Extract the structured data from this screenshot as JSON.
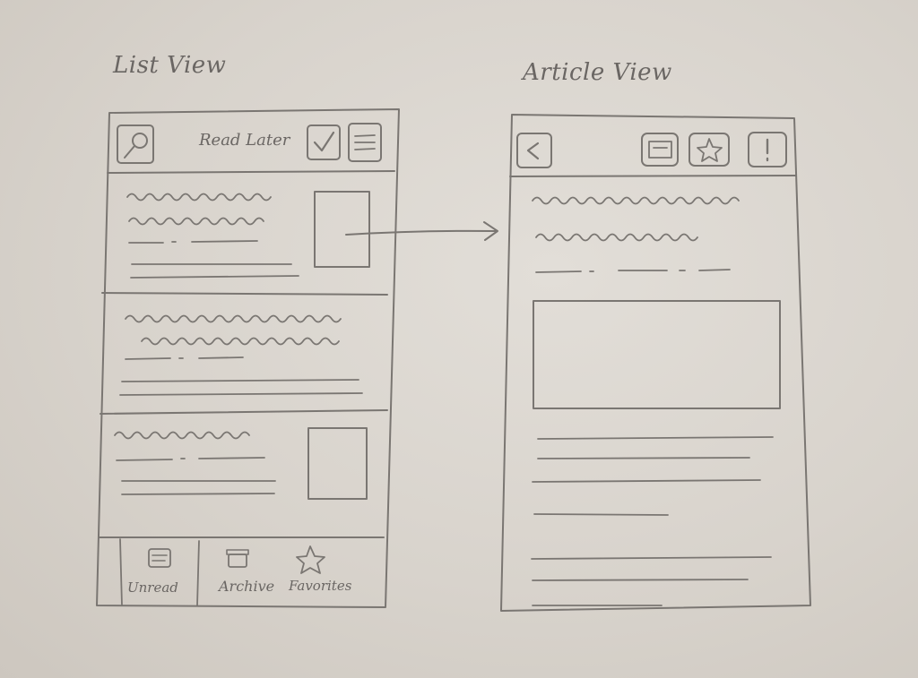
{
  "list_view": {
    "heading": "List View",
    "header": {
      "title": "Read Later",
      "icons": [
        "search-icon",
        "check-icon",
        "menu-icon"
      ]
    },
    "articles": [
      {
        "has_thumbnail": true
      },
      {
        "has_thumbnail": false
      },
      {
        "has_thumbnail": true
      }
    ],
    "tab_bar": {
      "tabs": [
        {
          "label": "Unread",
          "icon": "inbox-icon"
        },
        {
          "label": "Archive",
          "icon": "archive-icon"
        },
        {
          "label": "Favorites",
          "icon": "star-icon"
        }
      ]
    }
  },
  "article_view": {
    "heading": "Article View",
    "header": {
      "icons": [
        "back-icon",
        "archive-icon",
        "star-icon",
        "more-icon"
      ]
    }
  },
  "colors": {
    "paper": "#d9d4cd",
    "pencil": "#7a7672"
  }
}
